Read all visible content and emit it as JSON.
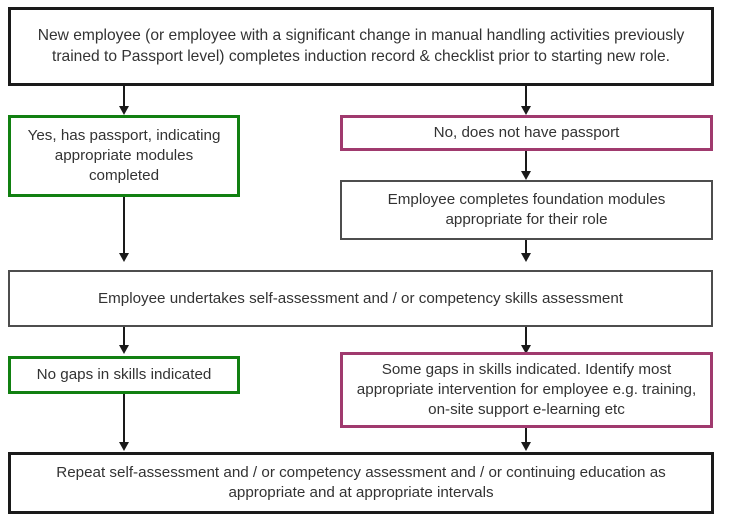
{
  "diagram": {
    "type": "flowchart",
    "orientation": "top-to-bottom",
    "background_color": "#ffffff",
    "text_color": "#333333",
    "colors": {
      "default_border": "#1a1a1a",
      "thin_border": "#4d4d4d",
      "green_border": "#118011",
      "magenta_border": "#a03a6e",
      "connector": "#1a1a1a"
    },
    "nodes": [
      {
        "id": "induction",
        "label": "New employee (or employee with a significant change in manual handling activities previously trained to Passport level) completes induction record & checklist prior to starting new role.",
        "border": "black"
      },
      {
        "id": "has-passport",
        "label": "Yes, has passport, indicating appropriate modules completed",
        "border": "green"
      },
      {
        "id": "no-passport",
        "label": "No, does not have passport",
        "border": "magenta"
      },
      {
        "id": "foundation-modules",
        "label": "Employee completes foundation modules appropriate for their role",
        "border": "thin"
      },
      {
        "id": "self-assessment",
        "label": "Employee undertakes self-assessment and / or competency skills assessment",
        "border": "thin"
      },
      {
        "id": "no-gaps",
        "label": "No gaps in skills indicated",
        "border": "green"
      },
      {
        "id": "some-gaps",
        "label": "Some gaps in skills indicated. Identify most appropriate intervention for employee e.g. training, on-site support e-learning etc",
        "border": "magenta"
      },
      {
        "id": "repeat-assessment",
        "label": "Repeat self-assessment and / or competency assessment and / or continuing education as appropriate and at appropriate intervals",
        "border": "black"
      }
    ],
    "edges": [
      {
        "from": "induction",
        "to": "has-passport",
        "style": "arrow"
      },
      {
        "from": "induction",
        "to": "no-passport",
        "style": "arrow"
      },
      {
        "from": "no-passport",
        "to": "foundation-modules",
        "style": "arrow"
      },
      {
        "from": "has-passport",
        "to": "self-assessment",
        "style": "arrow"
      },
      {
        "from": "foundation-modules",
        "to": "self-assessment",
        "style": "arrow"
      },
      {
        "from": "self-assessment",
        "to": "no-gaps",
        "style": "arrow"
      },
      {
        "from": "self-assessment",
        "to": "some-gaps",
        "style": "arrow"
      },
      {
        "from": "no-gaps",
        "to": "repeat-assessment",
        "style": "arrow"
      },
      {
        "from": "some-gaps",
        "to": "repeat-assessment",
        "style": "arrow"
      }
    ]
  }
}
